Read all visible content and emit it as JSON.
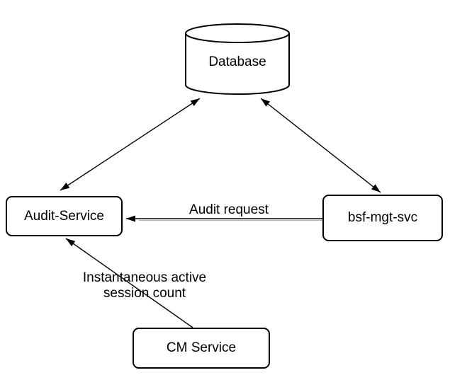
{
  "diagram": {
    "background_color": "#ffffff",
    "stroke_color": "#000000",
    "text_color": "#000000",
    "nodes": [
      {
        "id": "database",
        "label": "Database",
        "shape": "cylinder"
      },
      {
        "id": "audit-service",
        "label": "Audit-Service",
        "shape": "rounded-rect"
      },
      {
        "id": "bsf-mgt-svc",
        "label": "bsf-mgt-svc",
        "shape": "rounded-rect"
      },
      {
        "id": "cm-service",
        "label": "CM Service",
        "shape": "rounded-rect"
      }
    ],
    "edges": [
      {
        "from": "audit-service",
        "to": "database",
        "arrows": "both",
        "label": ""
      },
      {
        "from": "bsf-mgt-svc",
        "to": "database",
        "arrows": "both",
        "label": ""
      },
      {
        "from": "bsf-mgt-svc",
        "to": "audit-service",
        "arrows": "end",
        "label": "Audit request"
      },
      {
        "from": "cm-service",
        "to": "audit-service",
        "arrows": "end",
        "label": "Instantaneous active session count"
      }
    ]
  }
}
